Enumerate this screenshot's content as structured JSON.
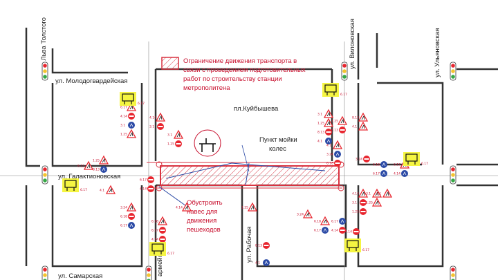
{
  "streets": {
    "lva_tolstogo": "ул. Льва Толстого",
    "molodogvardeyskaya": "ул. Молодогвардейская",
    "galaktionovskaya": "ул. Галактионовская",
    "samarskaya": "ул. Самарская",
    "vilonovskaya": "ул. Вилоновская",
    "ulyanovskaya": "ул. Ульяновская",
    "rabochaya": "ул. Рабочая",
    "armeyskaya": "армейская"
  },
  "square": "пл.Куйбышева",
  "legend": {
    "text_lines": [
      "Ограничение движения транспорта в",
      "связи с проведением подготовительных",
      "работ по строительству станции",
      "метрополитена"
    ]
  },
  "callouts": {
    "wash_lines": [
      "Пункт мойки",
      "колес"
    ],
    "canopy_lines": [
      "Обустроить",
      "навес для",
      "движения",
      "пешеходов"
    ]
  },
  "sign_codes": [
    "6.17",
    "4.14",
    "3.1",
    "1.25",
    "8.13",
    "4.1",
    "3.24",
    "6.18"
  ],
  "colors": {
    "signal_red": "#e8262f",
    "signal_yellow": "#f4c430",
    "signal_green": "#35a845",
    "zone_red": "#d93240",
    "route_blue": "#2b4aa6",
    "highlight": "#f5f542"
  }
}
